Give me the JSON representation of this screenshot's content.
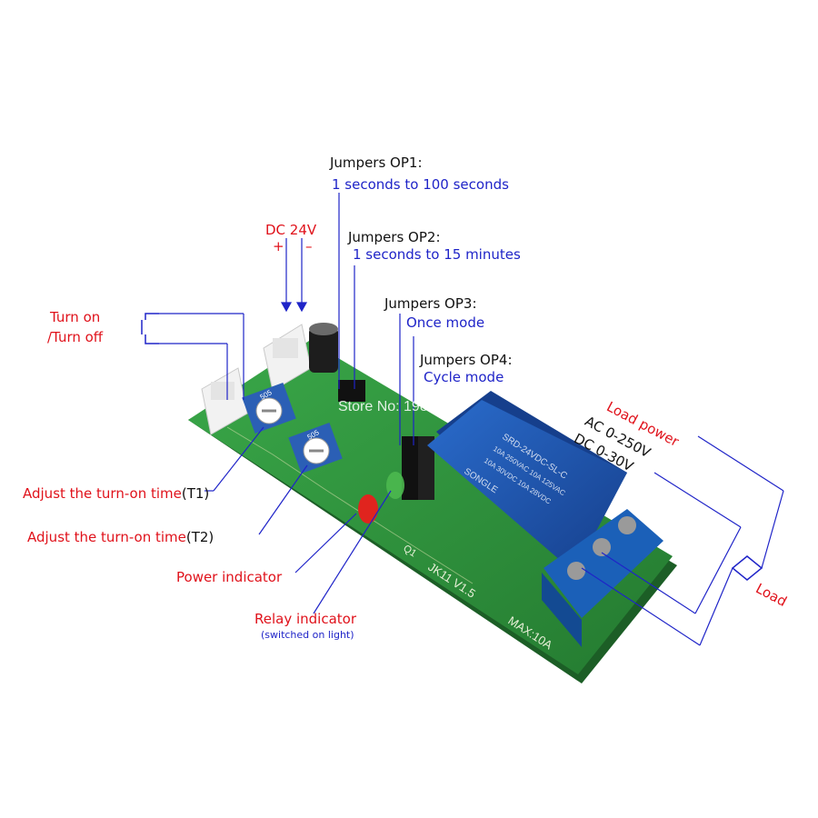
{
  "labels": {
    "op1_title": "Jumpers OP1:",
    "op1_desc": "1 seconds to 100 seconds",
    "op2_title": "Jumpers OP2:",
    "op2_desc": "1 seconds to 15 minutes",
    "op3_title": "Jumpers OP3:",
    "op3_desc": "Once mode",
    "op4_title": "Jumpers OP4:",
    "op4_desc": "Cycle mode",
    "dc_power": "DC 24V",
    "plus": "+",
    "minus": "–",
    "turn_on": "Turn on",
    "turn_off": "/Turn off",
    "adjust_t1": "Adjust the turn-on time",
    "t1": "(T1)",
    "adjust_t2": "Adjust the turn-on time",
    "t2": "(T2)",
    "power_indicator": "Power indicator",
    "relay_indicator": "Relay indicator",
    "relay_indicator_note": "(switched on light)",
    "load_power": "Load power",
    "ac_range": "AC 0-250V",
    "dc_range": "DC 0-30V",
    "load": "Load"
  },
  "board": {
    "model": "JK11 V1.5",
    "max_current": "MAX:10A",
    "q1": "Q1",
    "relay_brand": "SONGLE",
    "relay_part": "SRD-24VDC-SL-C",
    "relay_rating_1": "10A 250VAC 10A 125VAC",
    "relay_rating_2": "10A 30VDC 10A 28VDC",
    "pot_code": "505",
    "watermark": "Store No: 1986332"
  },
  "colors": {
    "pcb": "#2f9a3e",
    "relay": "#1f56b4",
    "terminal": "#1b60b8",
    "annotation_blue": "#1f24c8",
    "annotation_red": "#e0121b"
  }
}
